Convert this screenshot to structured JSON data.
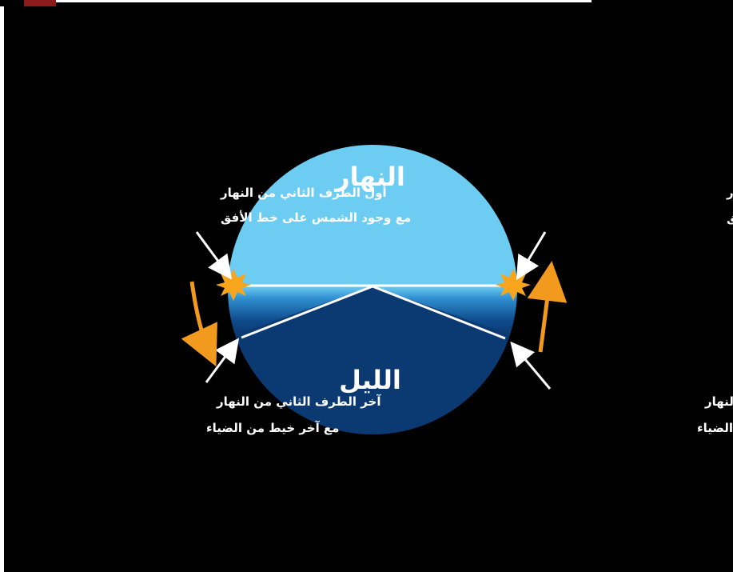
{
  "diagram": {
    "day_label": "النهار",
    "night_label": "الليل",
    "right_top": {
      "line1": "آخر الطرف الأول من النهار",
      "line2": "مع وجود الشمس على خط الأفق"
    },
    "left_top": {
      "line1": "أول الطرف الثاني من النهار",
      "line2": "مع وجود الشمس على خط الأفق"
    },
    "left_bottom": {
      "line1": "آخر الطرف الثاني من النهار",
      "line2": "مع آخر خيط من الضياء"
    },
    "right_bottom": {
      "line1": "أول الطرف الأول من النهار",
      "line2": "مع أول خيط من الضياء"
    }
  },
  "colors": {
    "background": "#000000",
    "day_sky": "#6dccf2",
    "night_sky": "#0b3a73",
    "sun": "#f7a51c",
    "arrow_orange": "#f29a1e",
    "lines": "#ffffff"
  }
}
